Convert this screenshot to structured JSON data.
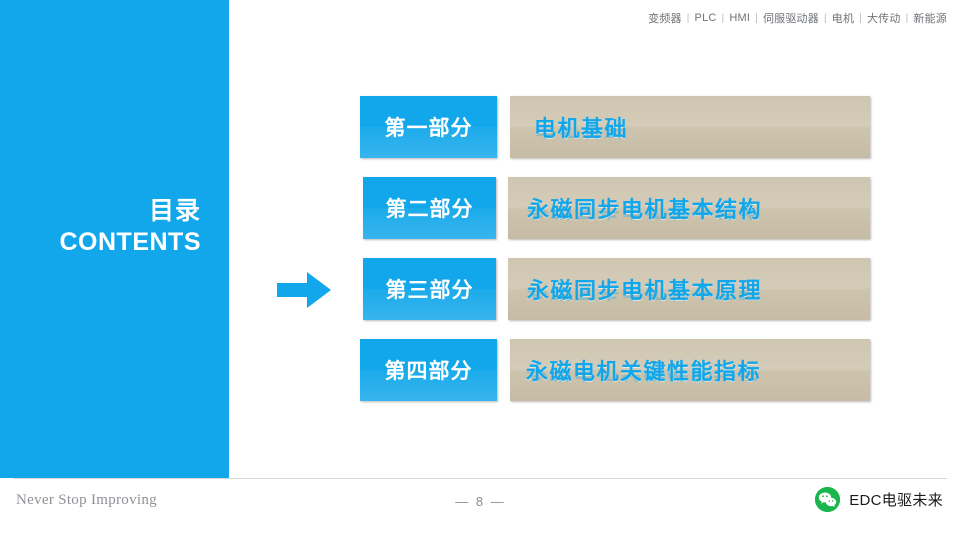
{
  "header": {
    "nav_items": [
      "变频器",
      "PLC",
      "HMI",
      "伺服驱动器",
      "电机",
      "大传动",
      "新能源"
    ],
    "separator": "|"
  },
  "sidebar": {
    "title_cn": "目录",
    "title_en": "CONTENTS",
    "bg_color": "#12a7ea"
  },
  "arrow": {
    "name": "right-arrow",
    "color": "#12a7ea",
    "points_to_row": 3
  },
  "rows": [
    {
      "tag": "第一部分",
      "text": "电机基础"
    },
    {
      "tag": "第二部分",
      "text": "永磁同步电机基本结构"
    },
    {
      "tag": "第三部分",
      "text": "永磁同步电机基本原理"
    },
    {
      "tag": "第四部分",
      "text": "永磁电机关键性能指标"
    }
  ],
  "footer": {
    "tagline": "Never Stop Improving",
    "page_number": "— 8 —",
    "brand_name": "EDC电驱未来",
    "wechat_icon": "wechat-icon"
  },
  "colors": {
    "accent": "#12a7ea",
    "bar_bg": "#cfc6b1",
    "bar_text": "#12a7ea"
  }
}
